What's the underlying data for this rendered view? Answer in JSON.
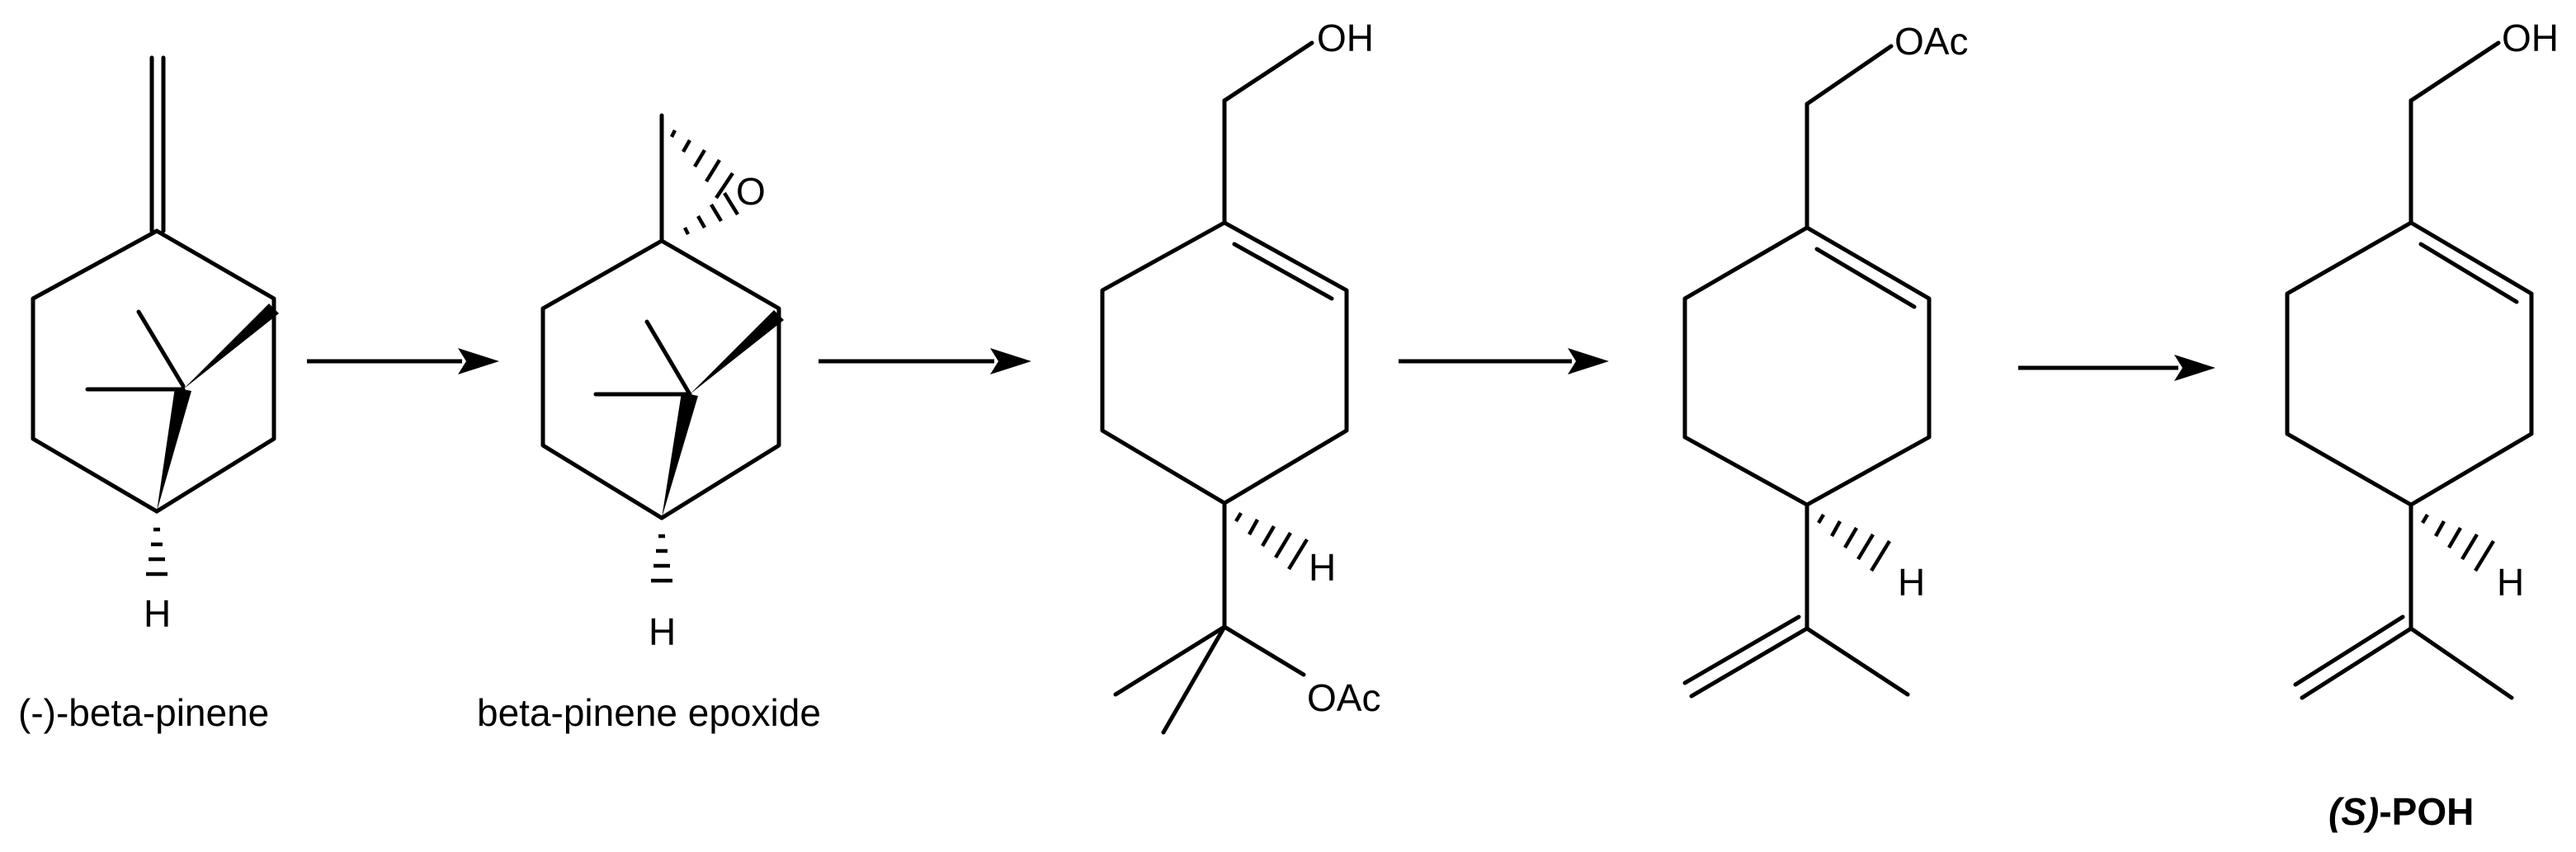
{
  "scheme": {
    "compounds": [
      {
        "caption": "(-)-beta-pinene",
        "atoms": {
          "h": "H"
        }
      },
      {
        "caption": "beta-pinene epoxide",
        "atoms": {
          "o": "O",
          "h": "H"
        }
      },
      {
        "atoms": {
          "oh": "OH",
          "h": "H",
          "oac": "OAc"
        }
      },
      {
        "atoms": {
          "oac": "OAc",
          "h": "H"
        }
      },
      {
        "caption_italic": "(S)",
        "caption_bold": "-POH",
        "atoms": {
          "oh": "OH",
          "h": "H"
        }
      }
    ],
    "arrows": [
      {
        "from": 1,
        "to": 2
      },
      {
        "from": 2,
        "to": 3
      },
      {
        "from": 3,
        "to": 4
      },
      {
        "from": 4,
        "to": 5
      }
    ]
  }
}
